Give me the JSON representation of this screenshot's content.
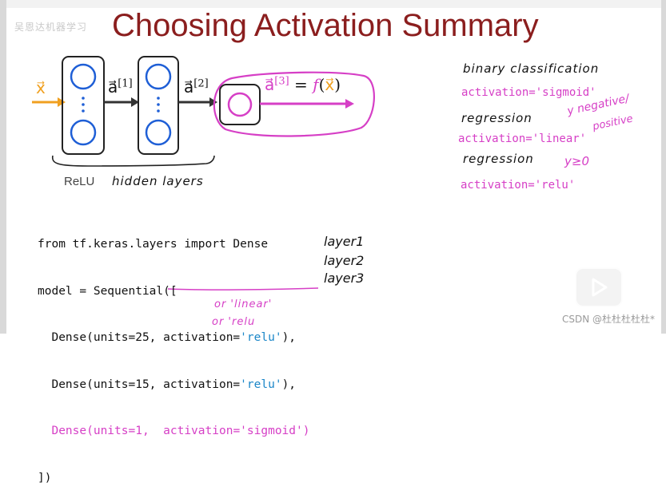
{
  "header": {
    "watermark": "吴恩达机器学习",
    "title": "Choosing Activation Summary"
  },
  "diagram": {
    "input_label": "x⃗",
    "a1_symbol": "a⃗",
    "a1_superscript": "[1]",
    "a2_symbol": "a⃗",
    "a2_superscript": "[2]",
    "a3_symbol": "a⃗",
    "a3_superscript": "[3]",
    "equals": "=",
    "f_symbol": "f",
    "paren_open": "(",
    "x_inner": "x⃗",
    "paren_close": ")",
    "relu_caption": "ReLU",
    "hidden_layers_caption": "hidden layers",
    "dots": "⋮"
  },
  "notes": {
    "binary_label": "binary classification",
    "binary_code": "activation='sigmoid'",
    "regression1_label": "regression",
    "regression1_note_line1": "y negative/",
    "regression1_note_line2": "positive",
    "regression1_code": "activation='linear'",
    "regression2_label": "regression",
    "regression2_note": "y≥0",
    "regression2_code": "activation='relu'"
  },
  "code": {
    "line1": "from tf.keras.layers import Dense",
    "line2": "model = Sequential([",
    "line3_a": "  Dense(units=25, activation=",
    "line3_str": "'relu'",
    "line3_b": "),",
    "line4_a": "  Dense(units=15, activation=",
    "line4_str": "'relu'",
    "line4_b": "),",
    "line5_a": "  Dense(units=1,  ",
    "line5_b": "activation='sigmoid'",
    "line5_c": ")",
    "line6": "])",
    "layer1": "layer1",
    "layer2": "layer2",
    "layer3": "layer3",
    "alt1": "or 'linear'",
    "alt2": "or 'relu"
  },
  "footer": {
    "credit": "CSDN @杜杜杜杜杜*"
  },
  "colors": {
    "title": "#8b1e1e",
    "magenta": "#d63fc6",
    "neuron_blue": "#1f5fd6",
    "input_orange": "#f0a020",
    "code_blue": "#1a86c8"
  }
}
